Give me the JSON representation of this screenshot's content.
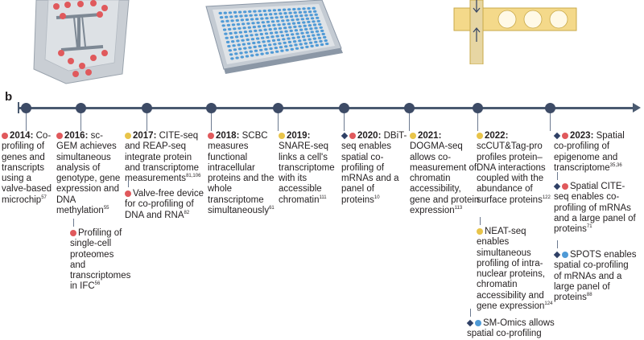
{
  "panel_label": "b",
  "entries": [
    {
      "year": "2014:",
      "text": " Co-profiling of genes and transcripts using a valve-based microchip",
      "ref": "57",
      "markers": [
        "red-dot"
      ]
    },
    {
      "year": "2016:",
      "text": " sc-GEM achieves simultaneous analysis of genotype, gene expression and DNA methylation",
      "ref": "55",
      "markers": [
        "red-dot"
      ]
    },
    {
      "year": "",
      "text": "Profiling of single-cell proteomes and transcriptomes in IFC",
      "ref": "56",
      "markers": [
        "red-dot"
      ]
    },
    {
      "year": "2017:",
      "text": " CITE-seq and REAP-seq integrate protein and transcriptome measurements",
      "ref": "81,106",
      "markers": [
        "yellow-dot"
      ]
    },
    {
      "year": "",
      "text": "Valve-free device for co-profiling of DNA and RNA",
      "ref": "82",
      "markers": [
        "red-dot"
      ]
    },
    {
      "year": "2018:",
      "text": " SCBC measures functional intracellular proteins and the whole transcriptome simultaneously",
      "ref": "61",
      "markers": [
        "red-dot"
      ]
    },
    {
      "year": "2019:",
      "text": " SNARE-seq links a cell's transcriptome with its accessible chromatin",
      "ref": "111",
      "markers": [
        "yellow-dot"
      ]
    },
    {
      "year": "2020:",
      "text": " DBiT-seq enables spatial co-profiling of mRNAs and a panel of proteins",
      "ref": "10",
      "markers": [
        "diamond",
        "red-dot"
      ]
    },
    {
      "year": "2021:",
      "text": " DOGMA-seq allows co-measurement of chromatin accessibility, gene and protein expression",
      "ref": "113",
      "markers": [
        "yellow-dot"
      ]
    },
    {
      "year": "2022:",
      "text": " scCUT&Tag-pro profiles protein–DNA interactions coupled with the abundance of surface proteins",
      "ref": "122",
      "markers": [
        "yellow-dot"
      ]
    },
    {
      "year": "",
      "text": "NEAT-seq enables simultaneous profiling of intra-nuclear proteins, chromatin accessibility and gene expression",
      "ref": "124",
      "markers": [
        "yellow-dot"
      ]
    },
    {
      "year": "",
      "text": "SM-Omics allows spatial co-profiling",
      "ref": "",
      "markers": [
        "diamond",
        "blue-dot"
      ]
    },
    {
      "year": "2023:",
      "text": " Spatial co-profiling of epigenome and transcriptome",
      "ref": "35,36",
      "markers": [
        "diamond",
        "red-dot"
      ]
    },
    {
      "year": "",
      "text": "Spatial CITE-seq enables co-profiling of mRNAs and a large panel of proteins",
      "ref": "71",
      "markers": [
        "diamond",
        "red-dot"
      ]
    },
    {
      "year": "",
      "text": "SPOTS enables spatial co-profiling of mRNAs and a large panel of proteins",
      "ref": "88",
      "markers": [
        "diamond",
        "blue-dot"
      ]
    }
  ],
  "illustrations": [
    "microfluidic-chip",
    "microwell-plate",
    "droplet-channel"
  ],
  "colors": {
    "red": "#e0595c",
    "yellow": "#e8c44a",
    "blue": "#4f9ad6",
    "diamond": "#2f4066",
    "timeline": "#4a5a70"
  }
}
